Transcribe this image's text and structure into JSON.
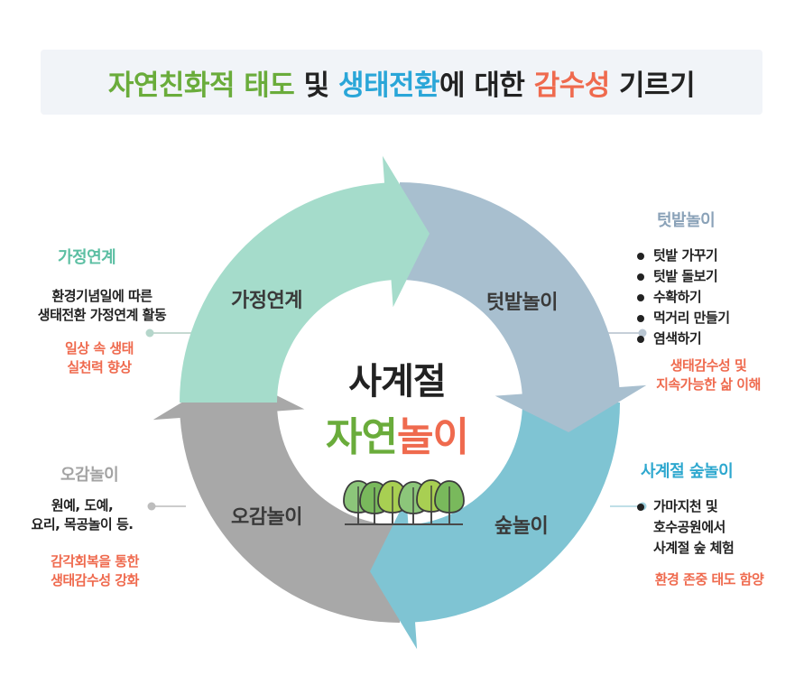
{
  "header": {
    "part1": "자연친화적 태도",
    "part2": " 및 ",
    "part3": "생태전환",
    "part4": "에 대한 ",
    "part5": "감수성",
    "part6": " 기르기"
  },
  "center": {
    "title": "사계절",
    "sub_a": "자연",
    "sub_b": "놀이"
  },
  "segments": {
    "family": "가정연계",
    "garden": "텃밭놀이",
    "forest": "숲놀이",
    "senses": "오감놀이"
  },
  "family_block": {
    "title": "가정연계",
    "desc_line1": "환경기념일에 따른",
    "desc_line2": "생태전환 가정연계 활동",
    "note_line1": "일상 속 생태",
    "note_line2": "실천력 향상"
  },
  "garden_block": {
    "title": "텃밭놀이",
    "items": [
      "텃밭 가꾸기",
      "텃밭 돌보기",
      "수확하기",
      "먹거리 만들기",
      "염색하기"
    ],
    "note_line1": "생태감수성 및",
    "note_line2": "지속가능한 삶 이해"
  },
  "forest_block": {
    "title": "사계절 숲놀이",
    "item_line1": "가마지천 및",
    "item_line2": "호수공원에서",
    "item_line3": "사계절 숲 체험",
    "note": "환경 존중 태도 함양"
  },
  "senses_block": {
    "title": "오감놀이",
    "desc_line1": "원예, 도예,",
    "desc_line2": "요리, 목공놀이 등.",
    "note_line1": "감각회복을 통한",
    "note_line2": "생태감수성 강화"
  },
  "colors": {
    "green": "#6aac3b",
    "blue": "#2aa6d8",
    "orange": "#ef6a4e",
    "mint": "#a5dccb",
    "steel": "#a8bfcf",
    "teal": "#7fc4d3",
    "gray": "#a8a8a8",
    "family_title": "#5cbfa3",
    "garden_title": "#8aa2b8",
    "forest_title": "#2ea8cf",
    "senses_title": "#a3a3a3"
  }
}
